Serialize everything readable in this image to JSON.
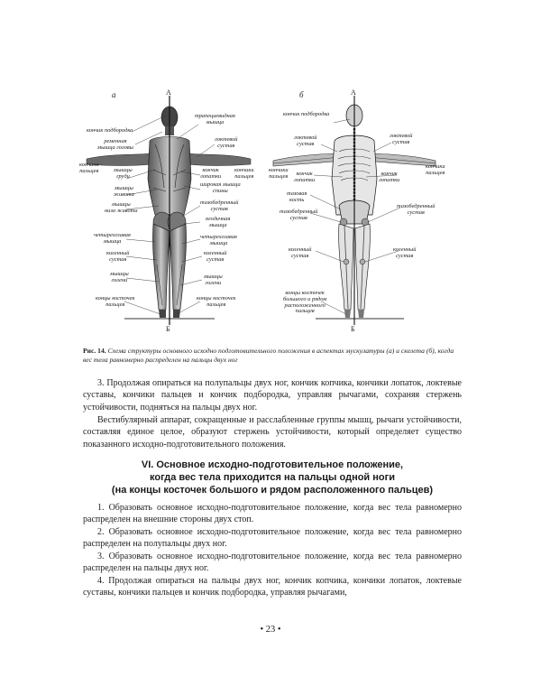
{
  "figure": {
    "left_letter": "а",
    "right_letter": "б",
    "axis_top": "А",
    "axis_bottom": "Б",
    "labels_a": [
      "кончик подбородка",
      "трапециевидная\nмышца",
      "ременная\nмышца головы",
      "локтевой\nсустав",
      "кончики\nпальцев",
      "мышцы\nгруди",
      "кончик\nлопатки",
      "кончики\nпальцев",
      "мышцы\nживота",
      "широкая мышца\nспины",
      "мышцы\nниза живота",
      "тазобедренный\nсустав",
      "ягодичная\nмышца",
      "четырехглавая\nмышца",
      "четырехглавая\nмышца",
      "коленный\nсустав",
      "коленный\nсустав",
      "мышцы\nголени",
      "мышцы\nголени",
      "концы косточек\nпальцев",
      "концы косточек\nпальцев"
    ],
    "labels_b": [
      "кончик подбородка",
      "локтевой\nсустав",
      "локтевой\nсустав",
      "кончики\nпальцев",
      "кончики\nпальцев",
      "кончик\nлопатки",
      "кончик\nлопатки",
      "тазовая\nкость",
      "тазобедренный\nсустав",
      "тазобедренный\nсустав",
      "коленный\nсустав",
      "коленный\nсустав",
      "концы косточек\nбольшого и рядом\nрасположенного\nпальцев"
    ]
  },
  "caption": {
    "label": "Рис. 14.",
    "text": "Схема структуры основного исходно подготовительного положения в аспектах мускулатуры (а) и скелета (б), когда вес тела равномерно распределен на пальцы двух ног"
  },
  "paragraphs_top": [
    "3. Продолжая опираться на полупальцы двух ног, кончик копчика, кончики лопаток, локтевые суставы, кончики пальцев и кончик подбородка, управляя рычагами, сохраняя стержень устойчивости, подняться на пальцы двух ног.",
    "Вестибулярный аппарат, сокращенные и расслабленные группы мышц, рычаги устойчивости, составляя единое целое, образуют стержень устойчивости, который определяет существо показанного исходно-подготовительного положения."
  ],
  "section": {
    "line1": "VI. Основное исходно-подготовительное положение,",
    "line2": "когда вес тела приходится на пальцы одной ноги",
    "line3": "(на концы косточек большого и рядом расположенного пальцев)"
  },
  "paragraphs_bottom": [
    "1. Образовать основное исходно-подготовительное положение, когда вес тела равномерно распределен на внешние стороны двух стоп.",
    "2. Образовать основное исходно-подготовительное положение, когда вес тела равномерно распределен на полупальцы двух ног.",
    "3. Образовать основное исходно-подготовительное положение, когда вес тела равномерно распределен на пальцы двух ног.",
    "4. Продолжая опираться на пальцы двух ног, кончик копчика, кончики лопаток, локтевые суставы, кончики пальцев и кончик подбородка, управляя рычагами,"
  ],
  "page_number": "• 23 •"
}
